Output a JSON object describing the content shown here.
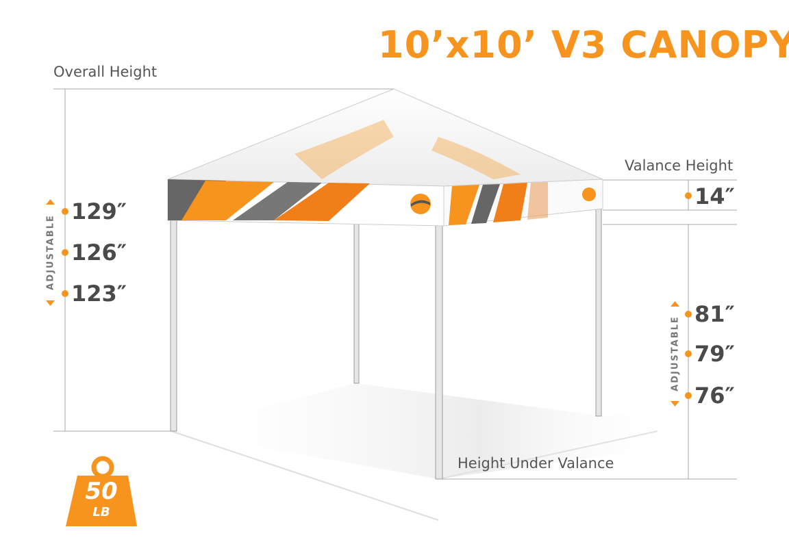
{
  "title": "10’x10’ V3 CANOPY",
  "overall_height": {
    "label": "Overall Height",
    "adjustable_label": "ADJUSTABLE",
    "values": [
      "129″",
      "126″",
      "123″"
    ]
  },
  "valance_height": {
    "label": "Valance Height",
    "value": "14″"
  },
  "height_under_valance": {
    "label": "Height Under Valance",
    "adjustable_label": "ADJUSTABLE",
    "values": [
      "81″",
      "79″",
      "76″"
    ]
  },
  "weight_badge": {
    "number": "50",
    "unit": "LB"
  },
  "colors": {
    "accent": "#f7941d",
    "text": "#4a4a4a",
    "line": "#999999"
  }
}
